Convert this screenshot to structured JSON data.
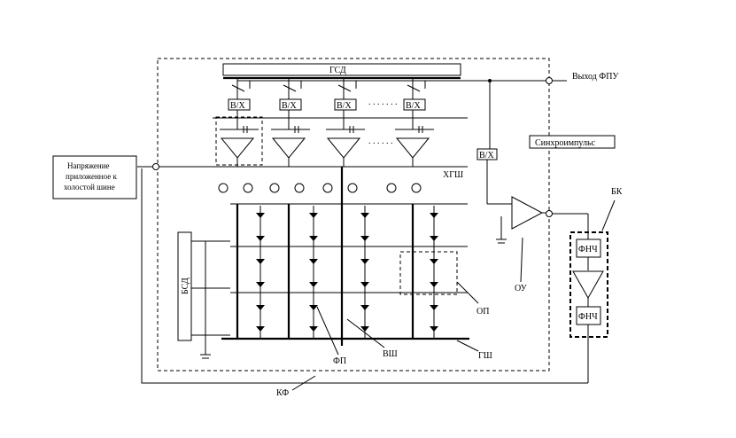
{
  "labels": {
    "gsd": "ГСД",
    "fpu_output": "Выход ФПУ",
    "vx": "В/Х",
    "sync_pulse": "Синхроимпульс",
    "bias_voltage": "Напряжение приложенное к холостой шине",
    "hgsh": "ХГШ",
    "bk": "БК",
    "fnch": "ФНЧ",
    "ou": "ОУ",
    "op": "ОП",
    "bsd": "БСД",
    "fp": "ФП",
    "vsh": "ВШ",
    "gsh": "ГШ",
    "kf": "КФ"
  }
}
